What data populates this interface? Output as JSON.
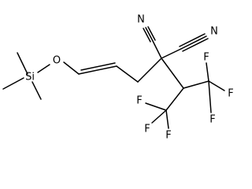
{
  "molecule": {
    "atoms": {
      "si": "Si",
      "o": "O",
      "n_top": "N",
      "n_right": "N",
      "f_top_right": "F",
      "f_right": "F",
      "f_bottom_right": "F",
      "f_left": "F",
      "f_bottom_left": "F",
      "f_bottom": "F"
    },
    "colors": {
      "bond": "#000000",
      "label": "#000000"
    }
  }
}
